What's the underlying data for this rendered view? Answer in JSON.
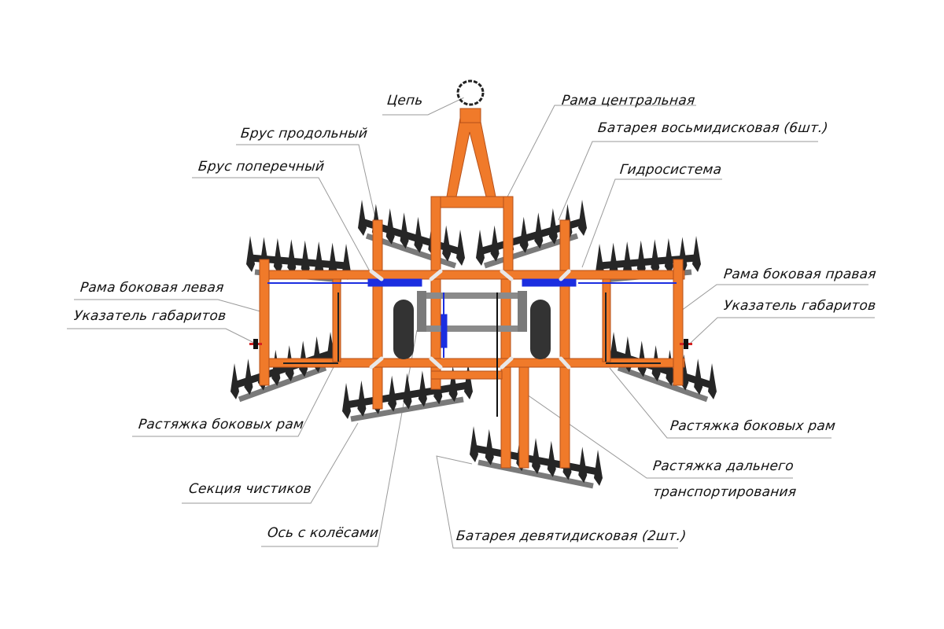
{
  "diagram": {
    "subject": "Disc harrow (top view) with labeled components",
    "colors": {
      "frame": "#f07a2a",
      "frame_edge": "#b5501a",
      "discs": "#262626",
      "scraper_bar": "#7a7a7a",
      "hydraulics": "#1b2ee0",
      "wheels": "#333333",
      "axle": "#8a8a8a",
      "marker": "#d42020",
      "leader_line": "#9a9a9a"
    },
    "labels": {
      "chain": "Цепь",
      "central_frame": "Рама центральная",
      "longitudinal_beam": "Брус продольный",
      "eight_disc_battery": "Батарея восьмидисковая (6шт.)",
      "cross_beam": "Брус поперечный",
      "hydraulic_system": "Гидросистема",
      "left_side_frame": "Рама боковая левая",
      "right_side_frame": "Рама боковая правая",
      "dimension_marker_left": "Указатель габаритов",
      "dimension_marker_right": "Указатель габаритов",
      "side_frame_brace_left": "Растяжка боковых рам",
      "side_frame_brace_right": "Растяжка боковых рам",
      "long_transport_brace_line1": "Растяжка дальнего",
      "long_transport_brace_line2": "транспортирования",
      "scraper_section": "Секция чистиков",
      "axle_with_wheels": "Ось с колёсами",
      "nine_disc_battery": "Батарея девятидисковая (2шт.)"
    }
  }
}
